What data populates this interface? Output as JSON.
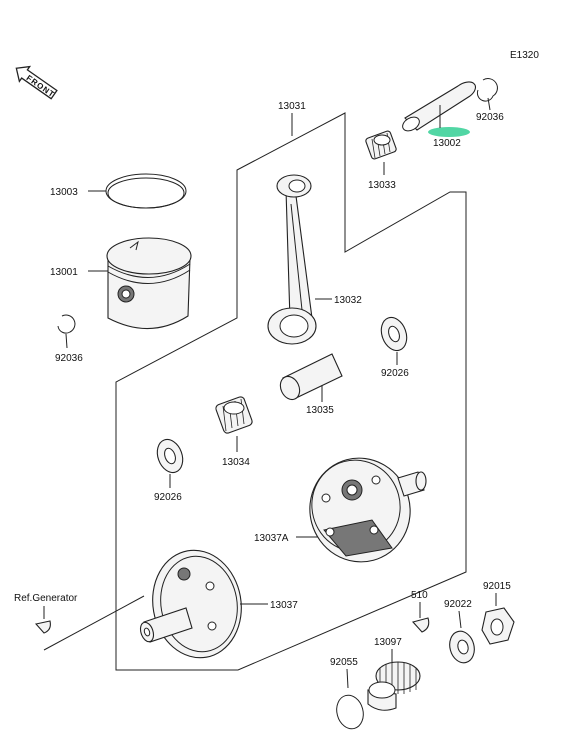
{
  "diagram_code": "E1320",
  "front_label": "FRONT",
  "highlight_color": "#3ed29a",
  "callouts": {
    "c13031": "13031",
    "c13002": "13002",
    "c92036_top": "92036",
    "c13033": "13033",
    "c13003": "13003",
    "c13001": "13001",
    "c92036_left": "92036",
    "c13032": "13032",
    "c92026_right": "92026",
    "c13035": "13035",
    "c13034": "13034",
    "c92026_left": "92026",
    "c13037A": "13037A",
    "c13037": "13037",
    "ref_generator": "Ref.Generator",
    "c510": "510",
    "c92022": "92022",
    "c92015": "92015",
    "c13097": "13097",
    "c92055": "92055"
  }
}
